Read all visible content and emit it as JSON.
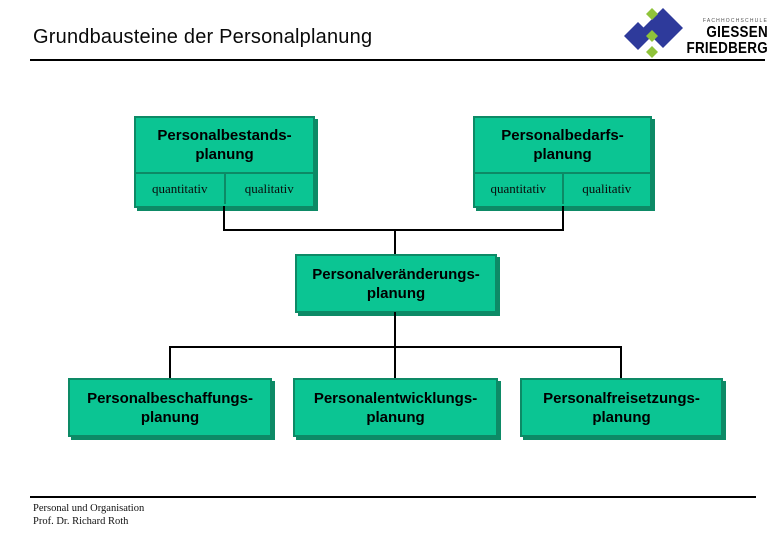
{
  "slide": {
    "title": "Grundbausteine der Personalplanung"
  },
  "logo": {
    "tiny_label": "FACHHOCHSCHULE",
    "name_line1": "GIESSEN",
    "name_line2": "FRIEDBERG"
  },
  "colors": {
    "box_fill": "#0bc593",
    "box_border": "#0d8a66",
    "line_color": "#000000",
    "logo_blue": "#2e3a9b",
    "logo_green": "#8fc33a"
  },
  "diagram": {
    "top_groups": [
      {
        "label_line1": "Personalbestands-",
        "label_line2": "planung",
        "cells": [
          "quantitativ",
          "qualitativ"
        ]
      },
      {
        "label_line1": "Personalbedarfs-",
        "label_line2": "planung",
        "cells": [
          "quantitativ",
          "qualitativ"
        ]
      }
    ],
    "middle_box": {
      "label_line1": "Personalveränderungs-",
      "label_line2": "planung"
    },
    "bottom_boxes": [
      {
        "label_line1": "Personalbeschaffungs-",
        "label_line2": "planung"
      },
      {
        "label_line1": "Personalentwicklungs-",
        "label_line2": "planung"
      },
      {
        "label_line1": "Personalfreisetzungs-",
        "label_line2": "planung"
      }
    ]
  },
  "footer": {
    "line1": "Personal und Organisation",
    "line2": "Prof. Dr. Richard Roth"
  }
}
